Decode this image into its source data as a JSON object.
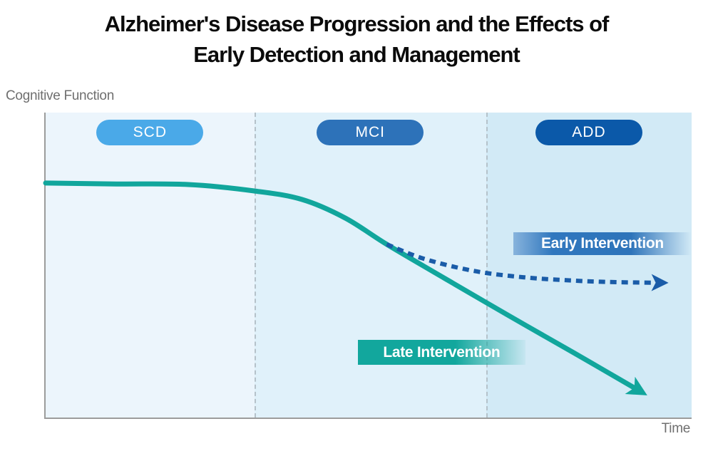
{
  "title": {
    "line1": "Alzheimer's Disease Progression and the Effects of",
    "line2": "Early Detection and Management"
  },
  "axes": {
    "y_label": "Cognitive Function",
    "x_label": "Time"
  },
  "labels": {
    "early": "Early Intervention",
    "late": "Late Intervention"
  },
  "colors": {
    "axis_gray": "#9c9c9c",
    "divider_gray": "#b5c2ca",
    "title_text": "#0b0b0b",
    "axis_text": "#6f6f6f",
    "late_series": "#11A69C",
    "early_series": "#1A5CA8",
    "early_label_bg": "#2E74BA",
    "late_label_bg": "#12A79D"
  },
  "chart_data": {
    "type": "line",
    "title": "Alzheimer's Disease Progression and the Effects of Early Detection and Management",
    "xlabel": "Time",
    "ylabel": "Cognitive Function",
    "grid": false,
    "legend_position": "on-chart gradient labels",
    "x_axis": {
      "range_pct": [
        0,
        100
      ],
      "ticks": []
    },
    "y_axis": {
      "range_pct": [
        0,
        100
      ],
      "ticks": []
    },
    "stages": [
      {
        "label": "SCD",
        "x_start_pct": 0,
        "x_end_pct": 32.3,
        "band_color": "#ECF5FC",
        "pill_color": "#4AA9E8"
      },
      {
        "label": "MCI",
        "x_start_pct": 32.3,
        "x_end_pct": 68.2,
        "band_color": "#E0F1FA",
        "pill_color": "#2D72B9"
      },
      {
        "label": "ADD",
        "x_start_pct": 68.2,
        "x_end_pct": 100,
        "band_color": "#D2EAF6",
        "pill_color": "#0B59A9"
      }
    ],
    "branch_point_pct": [
      52.8,
      56.8
    ],
    "series": [
      {
        "name": "Late Intervention",
        "line_style": "solid",
        "color": "#11A69C",
        "arrow": true,
        "points_pct": [
          [
            0,
            76.9
          ],
          [
            11.0,
            76.6
          ],
          [
            22.1,
            76.4
          ],
          [
            32.3,
            74.3
          ],
          [
            39.7,
            71.5
          ],
          [
            46.4,
            65.4
          ],
          [
            52.8,
            56.8
          ],
          [
            61.8,
            45.6
          ],
          [
            71.7,
            33.4
          ],
          [
            81.7,
            21.3
          ],
          [
            91.8,
            8.9
          ]
        ]
      },
      {
        "name": "Early Intervention",
        "line_style": "dashed",
        "color": "#1A5CA8",
        "arrow": true,
        "points_pct": [
          [
            52.8,
            56.8
          ],
          [
            58.5,
            52.1
          ],
          [
            66.2,
            48.1
          ],
          [
            73.9,
            46.0
          ],
          [
            81.7,
            44.9
          ],
          [
            88.3,
            44.4
          ],
          [
            95.1,
            44.2
          ]
        ]
      }
    ]
  }
}
